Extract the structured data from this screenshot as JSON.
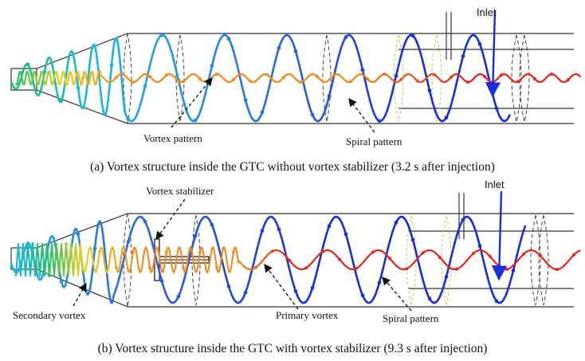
{
  "panel_a": {
    "inlet_label": "Inlet",
    "labels": {
      "vortex_pattern": "Vortex pattern",
      "spiral_pattern": "Spiral pattern"
    },
    "caption": "(a) Vortex structure inside the GTC without vortex stabilizer (3.2 s after injection)"
  },
  "panel_b": {
    "inlet_label": "Inlet",
    "labels": {
      "vortex_stabilizer": "Vortex stabilizer",
      "secondary_vortex": "Secondary vortex",
      "primary_vortex": "Primary vortex",
      "spiral_pattern": "Spiral pattern"
    },
    "caption": "(b) Vortex structure inside the GTC with vortex stabilizer (9.3 s after injection)"
  },
  "colors": {
    "deep_blue": "#1a2fd8",
    "blue": "#2f6fe0",
    "cyan": "#19b8e6",
    "green": "#27c06a",
    "yellow": "#e6d21c",
    "orange": "#f08a1e",
    "red": "#e02a1e"
  }
}
